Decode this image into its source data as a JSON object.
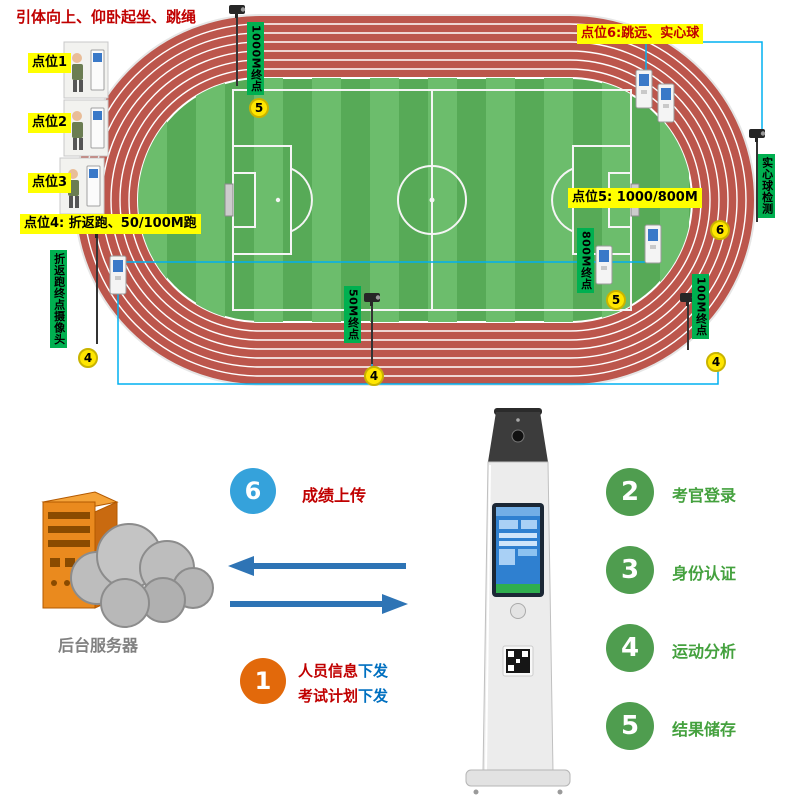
{
  "top": {
    "header_note": "引体向上、仰卧起坐、跳绳",
    "points": [
      {
        "label": "点位1"
      },
      {
        "label": "点位2"
      },
      {
        "label": "点位3"
      },
      {
        "label": "点位4: 折返跑、50/100M跑"
      },
      {
        "label": "点位5:  1000/800M"
      },
      {
        "label": "点位6:跳远、实心球"
      }
    ],
    "tags": [
      {
        "text": "1000M终点"
      },
      {
        "text": "折返跑终点摄像头"
      },
      {
        "text": "50M终点"
      },
      {
        "text": "800M终点"
      },
      {
        "text": "100M终点"
      },
      {
        "text": "实心球检测"
      }
    ],
    "badges": [
      {
        "value": "5"
      },
      {
        "value": "4"
      },
      {
        "value": "4"
      },
      {
        "value": "5"
      },
      {
        "value": "4"
      },
      {
        "value": "6"
      }
    ]
  },
  "flow": {
    "server_label": "后台服务器",
    "upload": {
      "num": "6",
      "label": "成绩上传"
    },
    "download": {
      "num": "1",
      "line1_main": "人员信息",
      "line1_suffix": "下发",
      "line2_main": "考试计划",
      "line2_suffix": "下发"
    },
    "steps": [
      {
        "num": "2",
        "label": "考官登录"
      },
      {
        "num": "3",
        "label": "身份认证"
      },
      {
        "num": "4",
        "label": "运动分析"
      },
      {
        "num": "5",
        "label": "结果储存"
      }
    ],
    "colors": {
      "track_red": "#bc564c",
      "field_green": "#57aa57",
      "tag_green": "#00b050",
      "label_yellow": "#ffff00",
      "accent_red": "#c00000",
      "accent_blue": "#0070c0",
      "arrow_blue": "#2e74b5",
      "step_green": "#4f9d4f",
      "upload_blue": "#35a2db",
      "download_orange": "#e2690b"
    }
  }
}
